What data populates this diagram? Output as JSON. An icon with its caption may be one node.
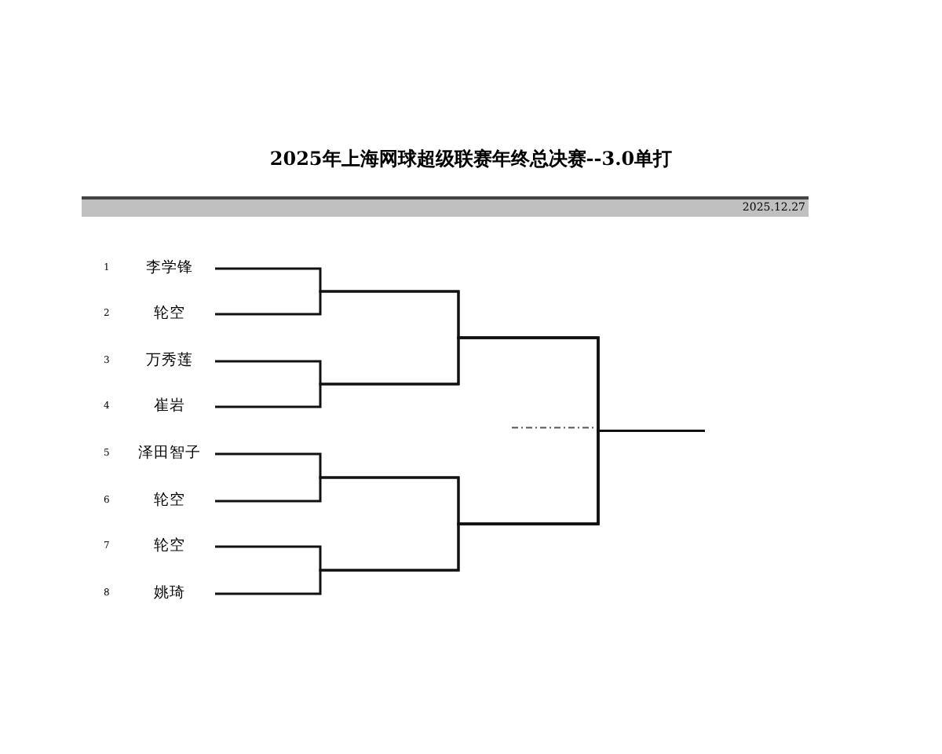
{
  "diagram": {
    "title": "2025年上海网球超级联赛年终总决赛--3.0单打",
    "nodes": [
      {
        "text": [
          "李学锋"
        ],
        "beside": [
          "1"
        ]
      },
      {
        "text": [
          "轮空"
        ],
        "beside": [
          "2"
        ]
      },
      {
        "text": [
          "万秀莲"
        ],
        "beside": [
          "3"
        ]
      },
      {
        "text": [
          "崔岩"
        ],
        "beside": [
          "4"
        ]
      },
      {
        "text": [
          "泽田智子"
        ],
        "beside": [
          "5"
        ]
      },
      {
        "text": [
          "轮空"
        ],
        "beside": [
          "6"
        ]
      },
      {
        "text": [
          "轮空"
        ],
        "beside": [
          "7"
        ]
      },
      {
        "text": [
          "姚琦"
        ],
        "beside": [
          "8"
        ]
      }
    ],
    "edges": [
      {
        "from": 0,
        "to": null,
        "arrow": "none"
      },
      {
        "from": 1,
        "to": null,
        "arrow": "none"
      },
      {
        "from": 2,
        "to": null,
        "arrow": "none"
      },
      {
        "from": 3,
        "to": null,
        "arrow": "none"
      },
      {
        "from": 4,
        "to": null,
        "arrow": "none"
      },
      {
        "from": 5,
        "to": null,
        "arrow": "none"
      },
      {
        "from": 6,
        "to": null,
        "arrow": "none"
      },
      {
        "from": 7,
        "to": null,
        "arrow": "none"
      }
    ],
    "labels": [
      "2025.12.27"
    ]
  }
}
